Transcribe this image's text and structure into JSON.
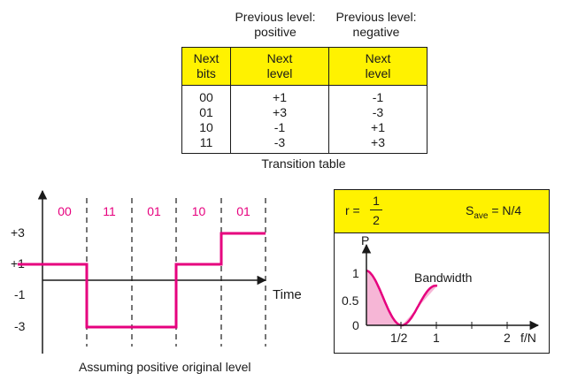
{
  "table": {
    "header_above": [
      {
        "line1": "Previous level:",
        "line2": "positive"
      },
      {
        "line1": "Previous level:",
        "line2": "negative"
      }
    ],
    "columns": [
      {
        "line1": "Next",
        "line2": "bits"
      },
      {
        "line1": "Next",
        "line2": "level"
      },
      {
        "line1": "Next",
        "line2": "level"
      }
    ],
    "rows": [
      [
        "00",
        "+1",
        "-1"
      ],
      [
        "01",
        "+3",
        "-3"
      ],
      [
        "10",
        "-1",
        "+1"
      ],
      [
        "11",
        "-3",
        "+3"
      ]
    ],
    "caption": "Transition table"
  },
  "signal": {
    "y_labels": [
      "+3",
      "+1",
      "-1",
      "-3"
    ],
    "groups": [
      "00",
      "11",
      "01",
      "10",
      "01"
    ],
    "levels": [
      1,
      -3,
      -3,
      1,
      3
    ],
    "initial_level": 1,
    "axis_label": "Time",
    "caption": "Assuming positive original level",
    "line_color": "#e6007e",
    "bits_color": "#e6007e"
  },
  "bandwidth_box": {
    "r_label": "r =",
    "r_num": "1",
    "r_den": "2",
    "s_main": "S",
    "s_sub": "ave",
    "s_rest": " = N/4",
    "y_axis_label": "P",
    "y_ticks": [
      "1",
      "0.5",
      "0"
    ],
    "x_ticks": [
      "1/2",
      "1",
      "2"
    ],
    "x_axis_label": "f/N",
    "curve_label": "Bandwidth",
    "fill_color": "#f6b6d6",
    "curve_color": "#e6007e"
  }
}
